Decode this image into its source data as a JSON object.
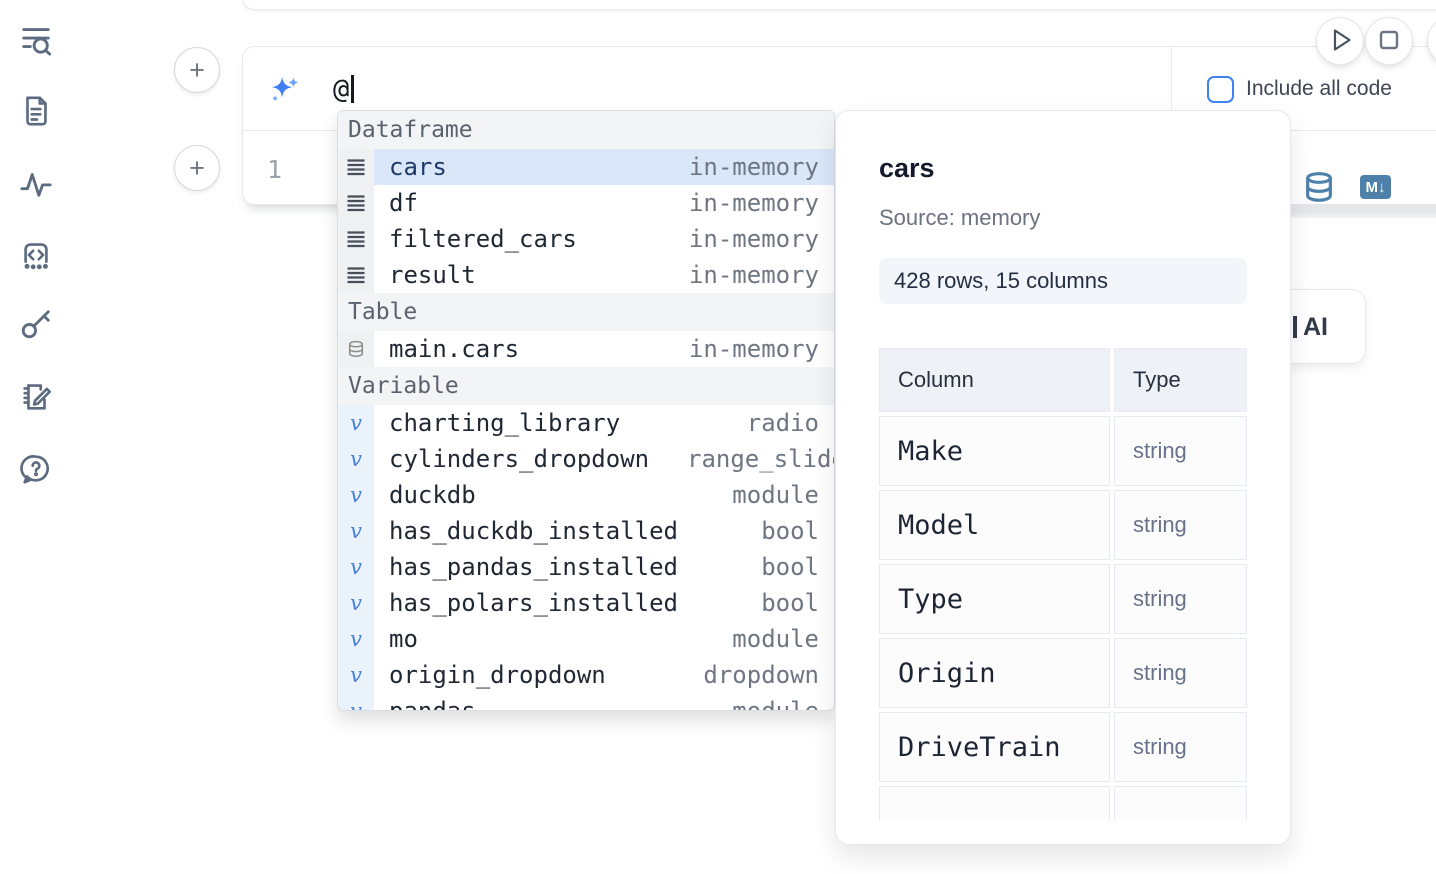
{
  "colors": {
    "accent_blue": "#3e83f0",
    "steel_blue": "#4e81aa",
    "selection_bg": "#d9e7f8",
    "sidebar_icon": "#5d6b81"
  },
  "sidebar": {
    "items": [
      {
        "icon": "outline-search-icon"
      },
      {
        "icon": "document-icon"
      },
      {
        "icon": "activity-icon"
      },
      {
        "icon": "code-snippets-icon"
      },
      {
        "icon": "key-icon"
      },
      {
        "icon": "scratchpad-icon"
      },
      {
        "icon": "help-chat-icon"
      }
    ]
  },
  "run_controls": {
    "buttons": [
      {
        "icon": "run-icon"
      },
      {
        "icon": "stop-icon"
      },
      {
        "icon": "clipped-edge-button"
      }
    ]
  },
  "ai_cell": {
    "prompt_value": "@",
    "include_all_code_label": "Include all code",
    "include_all_code_checked": false
  },
  "code_cell": {
    "line_number": "1",
    "toolbar": [
      {
        "icon": "database-icon"
      },
      {
        "icon": "markdown-export-icon",
        "glyph": "M↓"
      }
    ]
  },
  "ai_button": {
    "label": "AI"
  },
  "autocomplete": {
    "sections": [
      {
        "label": "Dataframe",
        "kind": "dataframe",
        "icon": "dataframe-rows-icon",
        "items": [
          {
            "name": "cars",
            "type": "in-memory",
            "selected": true
          },
          {
            "name": "df",
            "type": "in-memory"
          },
          {
            "name": "filtered_cars",
            "type": "in-memory"
          },
          {
            "name": "result",
            "type": "in-memory"
          }
        ]
      },
      {
        "label": "Table",
        "kind": "table",
        "icon": "table-database-icon",
        "items": [
          {
            "name": "main.cars",
            "type": "in-memory"
          }
        ]
      },
      {
        "label": "Variable",
        "kind": "variable",
        "icon": "variable-v-icon",
        "items": [
          {
            "name": "charting_library",
            "type": "radio"
          },
          {
            "name": "cylinders_dropdown",
            "type": "range_slider"
          },
          {
            "name": "duckdb",
            "type": "module"
          },
          {
            "name": "has_duckdb_installed",
            "type": "bool"
          },
          {
            "name": "has_pandas_installed",
            "type": "bool"
          },
          {
            "name": "has_polars_installed",
            "type": "bool"
          },
          {
            "name": "mo",
            "type": "module"
          },
          {
            "name": "origin_dropdown",
            "type": "dropdown"
          },
          {
            "name": "pandas",
            "type": "module",
            "clipped": true
          }
        ]
      }
    ]
  },
  "preview_panel": {
    "title": "cars",
    "source": "Source: memory",
    "shape": "428 rows, 15 columns",
    "table": {
      "headers": [
        "Column",
        "Type"
      ],
      "rows": [
        [
          "Make",
          "string"
        ],
        [
          "Model",
          "string"
        ],
        [
          "Type",
          "string"
        ],
        [
          "Origin",
          "string"
        ],
        [
          "DriveTrain",
          "string"
        ]
      ],
      "clipped_extra_row": true
    }
  }
}
